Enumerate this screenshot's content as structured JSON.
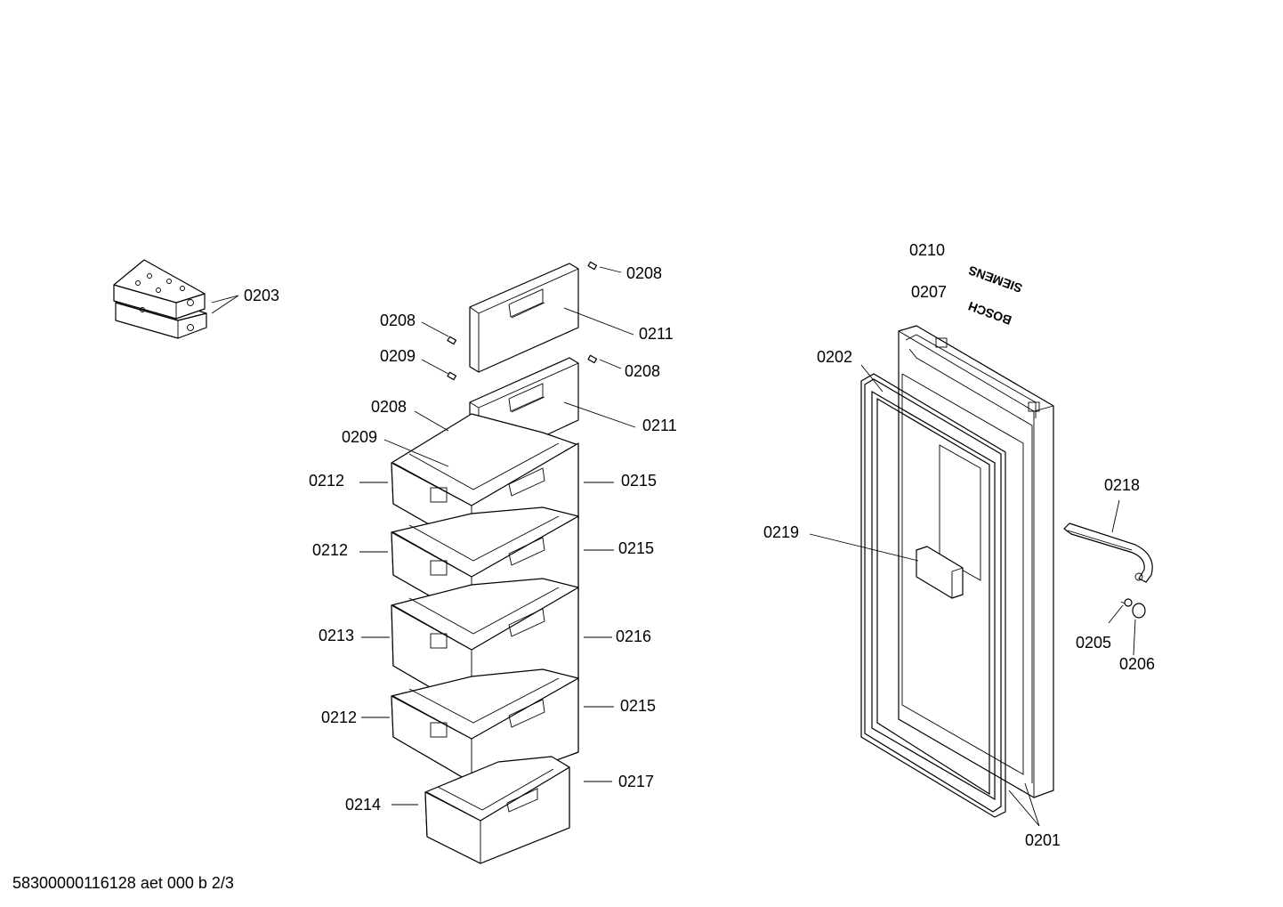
{
  "callouts": {
    "c0203": "0203",
    "c0208a": "0208",
    "c0208b": "0208",
    "c0208c": "0208",
    "c0208d": "0208",
    "c0209a": "0209",
    "c0209b": "0209",
    "c0211a": "0211",
    "c0211b": "0211",
    "c0212a": "0212",
    "c0212b": "0212",
    "c0212c": "0212",
    "c0213": "0213",
    "c0214": "0214",
    "c0215a": "0215",
    "c0215b": "0215",
    "c0215c": "0215",
    "c0216": "0216",
    "c0217": "0217",
    "c0210": "0210",
    "c0207": "0207",
    "c0202": "0202",
    "c0219": "0219",
    "c0218": "0218",
    "c0205": "0205",
    "c0206": "0206",
    "c0201": "0201"
  },
  "brands": {
    "siemens": "SIEMENS",
    "bosch": "BOSCH"
  },
  "footer": "58300000116128 aet 000 b 2/3"
}
